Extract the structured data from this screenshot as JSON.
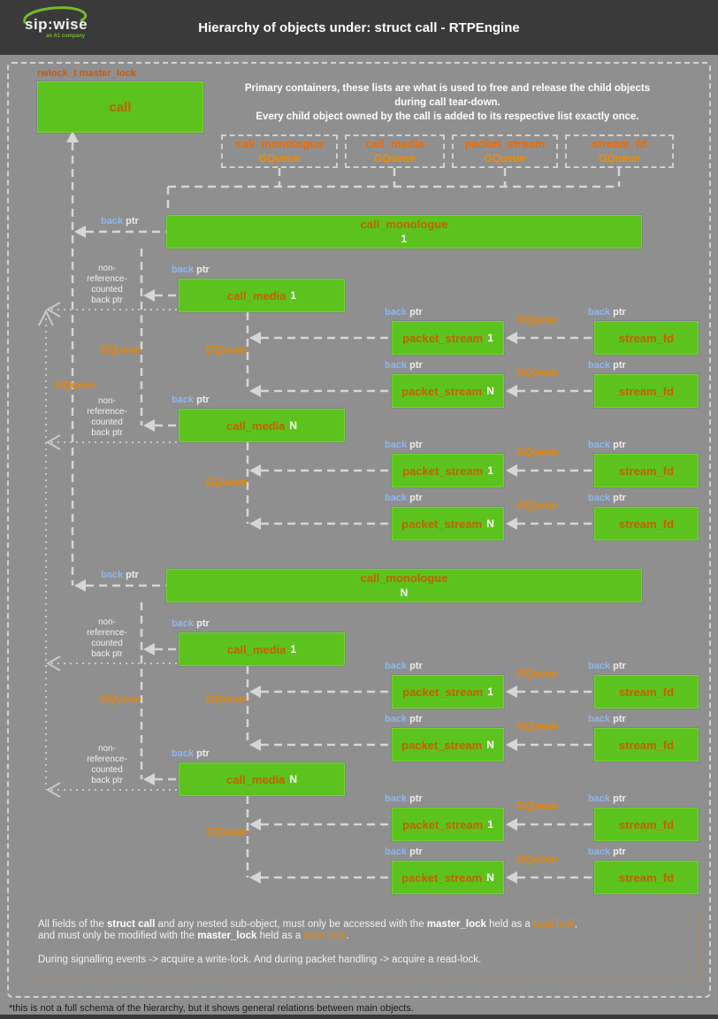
{
  "header": {
    "logo_text": "sip:wise",
    "logo_tagline": "an A1 company",
    "title": "Hierarchy of objects under: struct call - RTPEngine"
  },
  "intro": {
    "line1": "Primary containers, these lists are what is used to free and release the child objects",
    "line2": "during call tear-down.",
    "line3": "Every child object owned by the call is added to its respective list exactly once."
  },
  "labels": {
    "master_lock": "rwlock_t master_lock",
    "back": "back",
    "ptr": "ptr",
    "gqueue": "GQueue",
    "nonref": [
      "non-",
      "reference-",
      "counted",
      "back ptr"
    ]
  },
  "queues": [
    {
      "name": "call_monologue",
      "type": "GQueue"
    },
    {
      "name": "call_media",
      "type": "GQueue"
    },
    {
      "name": "packet_stream",
      "type": "GQueue"
    },
    {
      "name": "stream_fd",
      "type": "GQueue"
    }
  ],
  "nodes": {
    "call": "call",
    "call_monologue": "call_monologue",
    "call_media": "call_media",
    "packet_stream": "packet_stream",
    "stream_fd": "stream_fd",
    "one": "1",
    "n": "N"
  },
  "note": {
    "p1_1": "All fields of the ",
    "p1_2": "struct call",
    "p1_3": " and any nested sub-object, must only be accessed with the ",
    "p1_4": "master_lock",
    "p1_5": " held as a ",
    "p1_6": "read lock",
    "p1_7": ",",
    "p2_1": "and must only be modified with the ",
    "p2_2": "master_lock",
    "p2_3": " held as a ",
    "p2_4": "write lock",
    "p2_5": ".",
    "p3": "During signalling events -> acquire a write-lock. And during packet handling -> acquire a read-lock."
  },
  "footnote": "*this is not a full schema of the hierarchy, but it shows general relations between main objects."
}
